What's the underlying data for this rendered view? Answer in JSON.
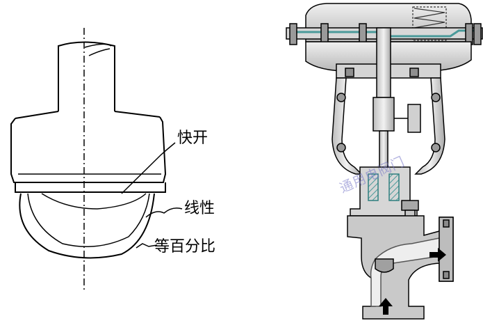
{
  "labels": {
    "quick_open": "快开",
    "linear": "线性",
    "equal_percentage": "等百分比"
  },
  "watermark": "通用电阀门",
  "colors": {
    "line": "#000000",
    "metal_light": "#e6e6e6",
    "metal_mid": "#c8c8c8",
    "metal_dark": "#8a8a8a",
    "packing": "#5fb0b0",
    "watermark": "#7878c8"
  }
}
